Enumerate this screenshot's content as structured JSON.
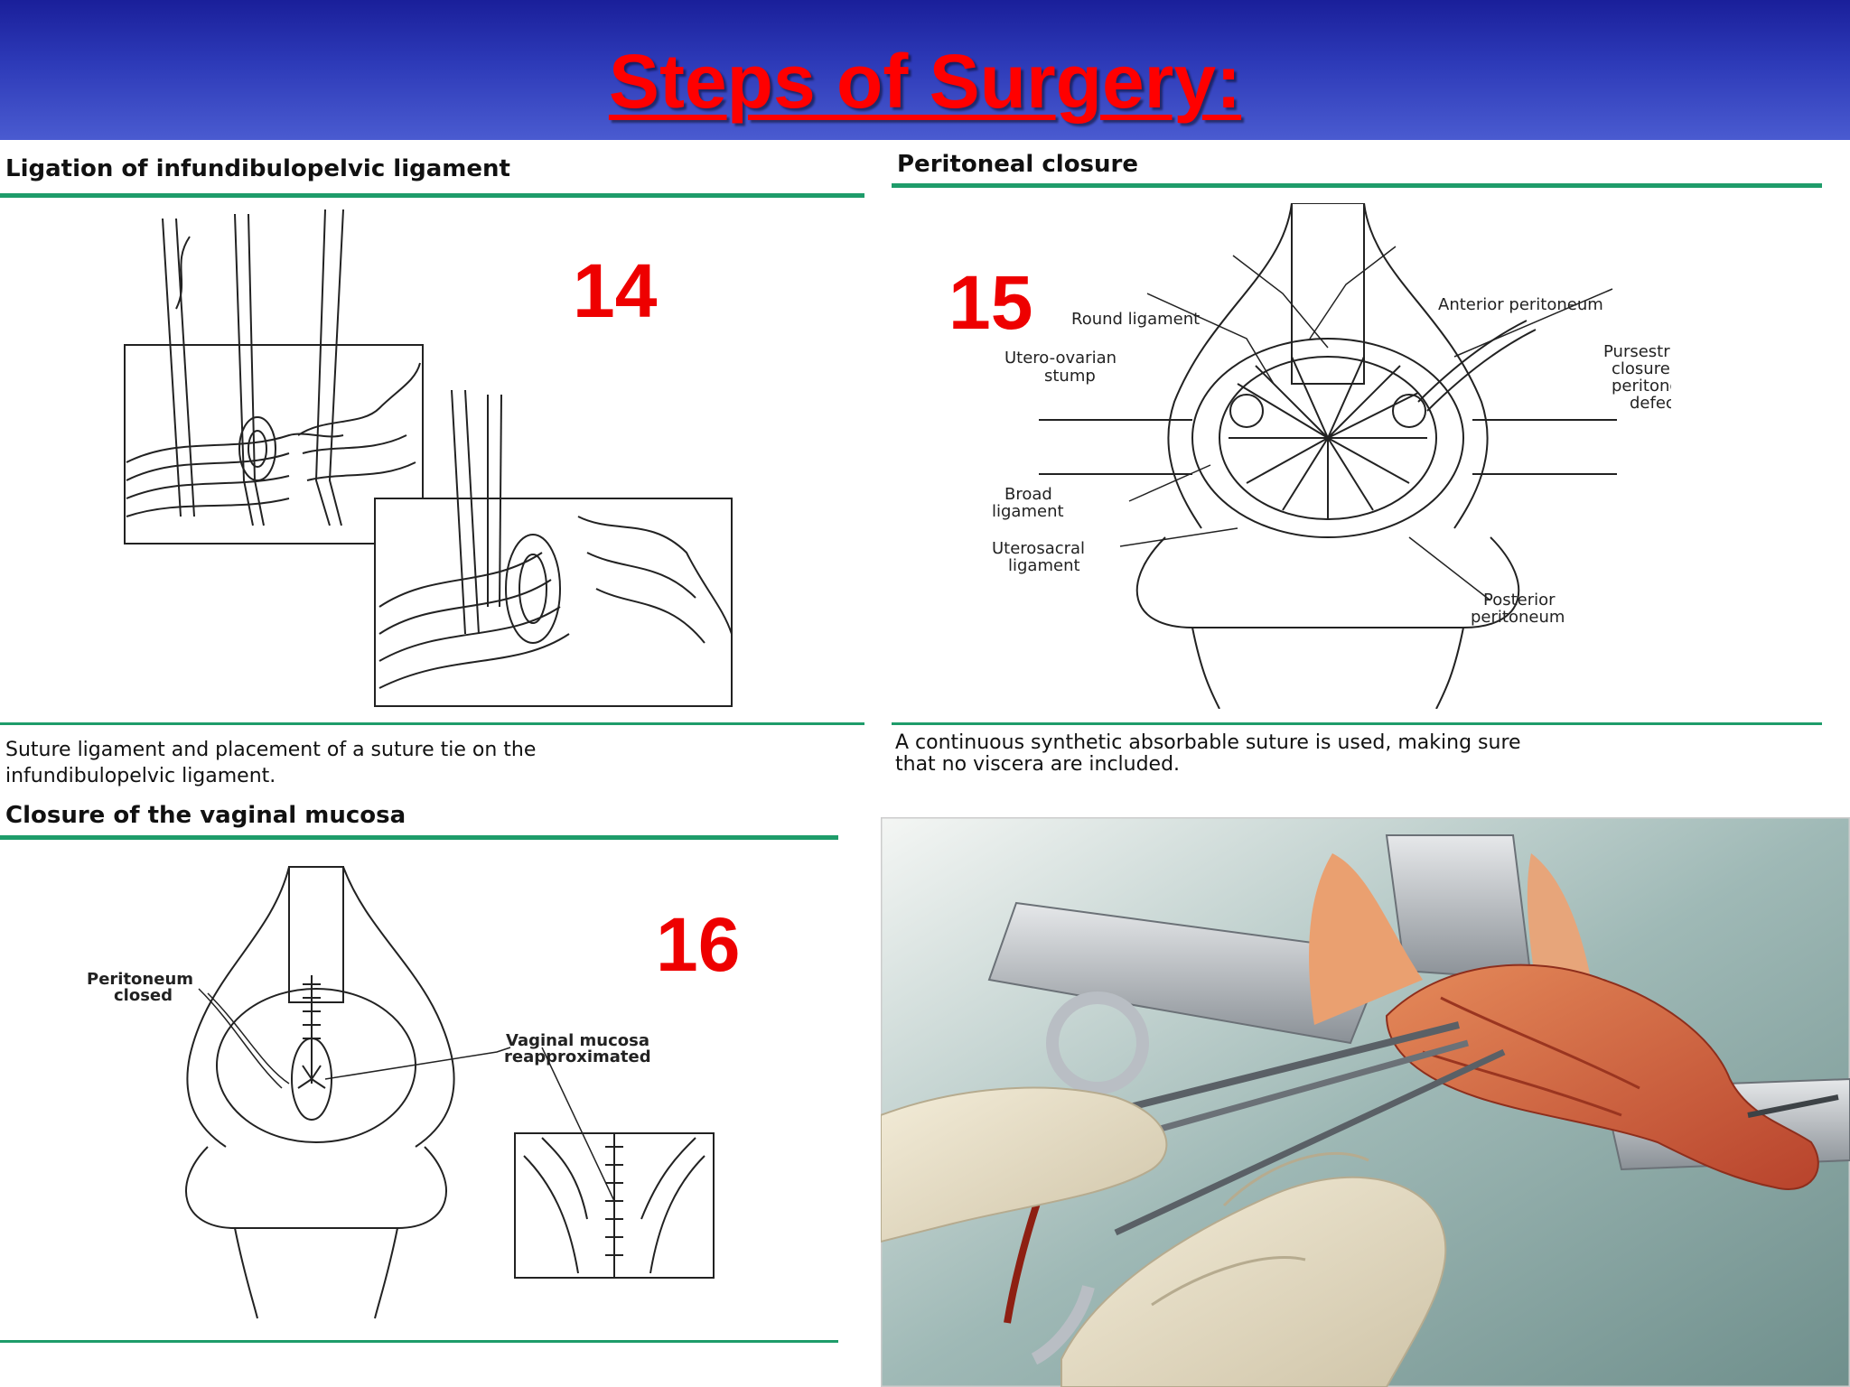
{
  "slide": {
    "title": "Steps of Surgery:"
  },
  "panel_tl": {
    "heading": "Ligation of infundibulopelvic ligament",
    "step": "14",
    "caption_line1": "Suture ligament and placement of a suture tie on the",
    "caption_line2": "infundibulopelvic ligament."
  },
  "panel_tr": {
    "heading": "Peritoneal closure",
    "step": "15",
    "labels": {
      "round_ligament": "Round ligament",
      "anterior_peritoneum": "Anterior peritoneum",
      "utero_ovarian_1": "Utero-ovarian",
      "utero_ovarian_2": "stump",
      "pursestring_1": "Pursestring",
      "pursestring_2": "closure of",
      "pursestring_3": "peritoneal",
      "pursestring_4": "defect",
      "broad_1": "Broad",
      "broad_2": "ligament",
      "uterosacral_1": "Uterosacral",
      "uterosacral_2": "ligament",
      "posterior_1": "Posterior",
      "posterior_2": "peritoneum"
    },
    "caption_line1": "A continuous synthetic absorbable suture is used, making sure",
    "caption_line2": "that no viscera are included."
  },
  "panel_bl": {
    "heading": "Closure of the vaginal mucosa",
    "step": "16",
    "labels": {
      "peritoneum_1": "Peritoneum",
      "peritoneum_2": "closed",
      "vaginal_1": "Vaginal mucosa",
      "vaginal_2": "reapproximated"
    }
  },
  "colors": {
    "header": "#2d3ab8",
    "title": "#ff0000",
    "rule": "#1e9c6a",
    "step": "#ee0000"
  }
}
